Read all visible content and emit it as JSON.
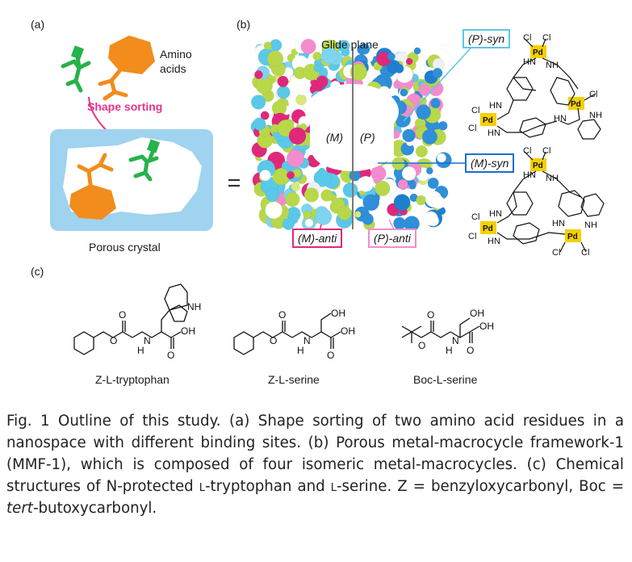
{
  "panel_a": {
    "label": "(a)",
    "amino_acids": "Amino\nacids",
    "amino_line1": "Amino",
    "amino_line2": "acids",
    "shape_sorting": "Shape sorting",
    "porous_crystal": "Porous crystal",
    "equals": "="
  },
  "panel_b": {
    "label": "(b)",
    "glide_plane": "Glide plane",
    "m_label": "(M)",
    "p_label": "(P)",
    "p_syn": "(P)-syn",
    "m_syn": "(M)-syn",
    "m_anti": "(M)-anti",
    "p_anti": "(P)-anti",
    "atoms": {
      "pd": "Pd",
      "cl": "Cl",
      "hn": "HN",
      "nh": "NH"
    }
  },
  "panel_c": {
    "label": "(c)",
    "nh": "NH",
    "oh": "OH",
    "o": "O",
    "n": "N",
    "h": "H",
    "compounds": [
      "Z-L-tryptophan",
      "Z-L-serine",
      "Boc-L-serine"
    ]
  },
  "caption": {
    "fig": "Fig. 1",
    "part1": "  Outline of this study. (a) Shape sorting of two amino acid residues in a nanospace with different binding sites. (b) Porous metal-macrocycle framework-1 (MMF-1), which is composed of four isomeric metal-macrocycles. (c) Chemical structures of N-protected ",
    "l1": "l",
    "part2": "-tryptophan and ",
    "l2": "l",
    "part3": "-serine. Z = benzyloxycarbonyl, Boc = ",
    "tert": "tert",
    "part4": "-butoxycarbonyl."
  },
  "colors": {
    "orange": "#f28c1c",
    "green": "#27b24a",
    "pink_arrow": "#e8338a",
    "crystal_blue": "#9fd3ef",
    "cyan": "#5ac8e8",
    "magenta": "#e0287a",
    "lime": "#b8d84a",
    "pd_yellow": "#f5d000"
  }
}
